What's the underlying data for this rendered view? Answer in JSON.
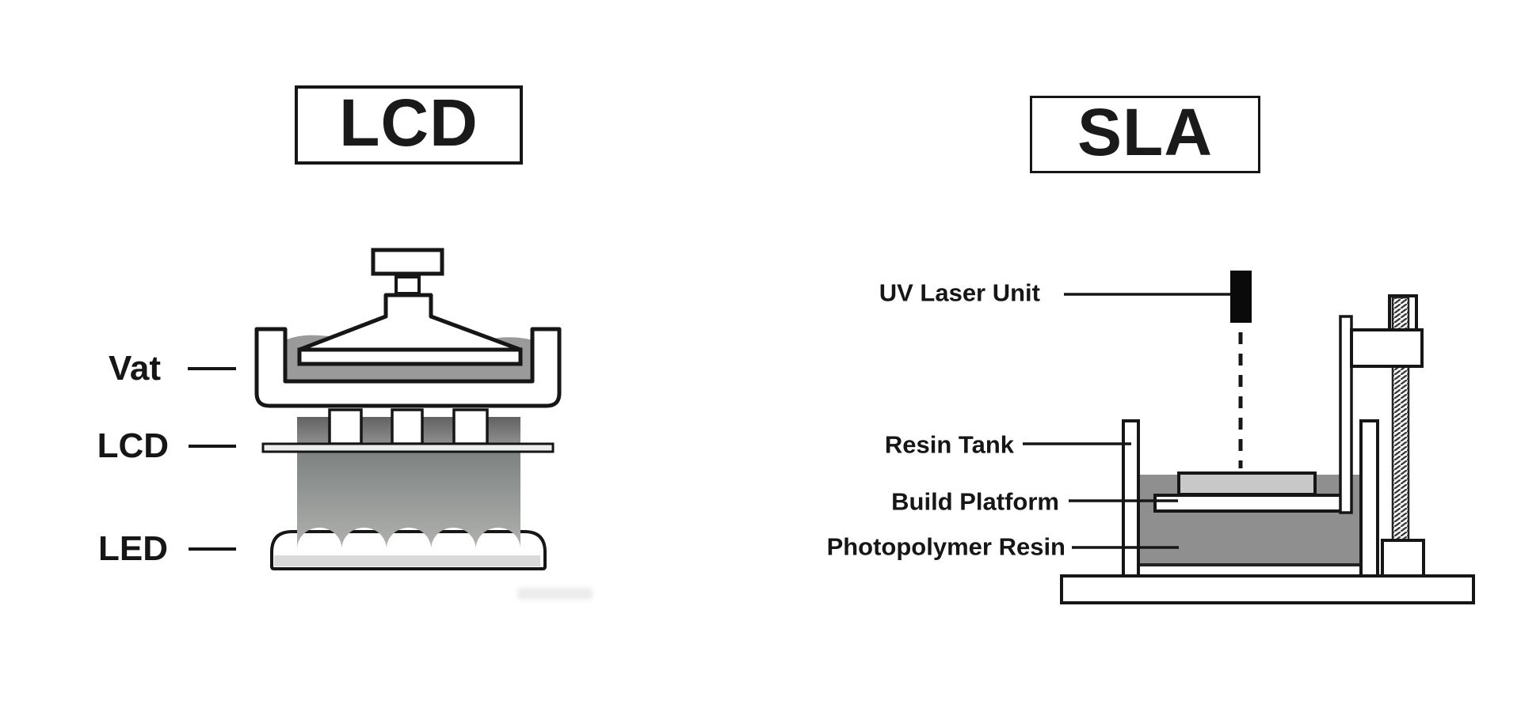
{
  "diagram": {
    "background": "#ffffff",
    "left": {
      "title": "LCD",
      "labels": {
        "vat": "Vat",
        "lcd": "LCD",
        "led": "LED"
      }
    },
    "right": {
      "title": "SLA",
      "labels": {
        "uv_laser_unit": "UV Laser Unit",
        "resin_tank": "Resin Tank",
        "build_platform": "Build Platform",
        "photopolymer_resin": "Photopolymer Resin"
      }
    },
    "colors": {
      "outline": "#161616",
      "lcd_resin": "#9a9a9a",
      "sla_resin": "#8f8f8f",
      "printed_part": "#c8c8c8",
      "lcd_screen": "#ededed",
      "led_base_strip": "#dadada",
      "mask_dark_top": "#565656",
      "mask_dark_bottom": "#8f8f8f",
      "diffuser_top": "#7d8280",
      "diffuser_bottom": "#b3b5b3",
      "laser_black": "#0a0a0a"
    }
  }
}
